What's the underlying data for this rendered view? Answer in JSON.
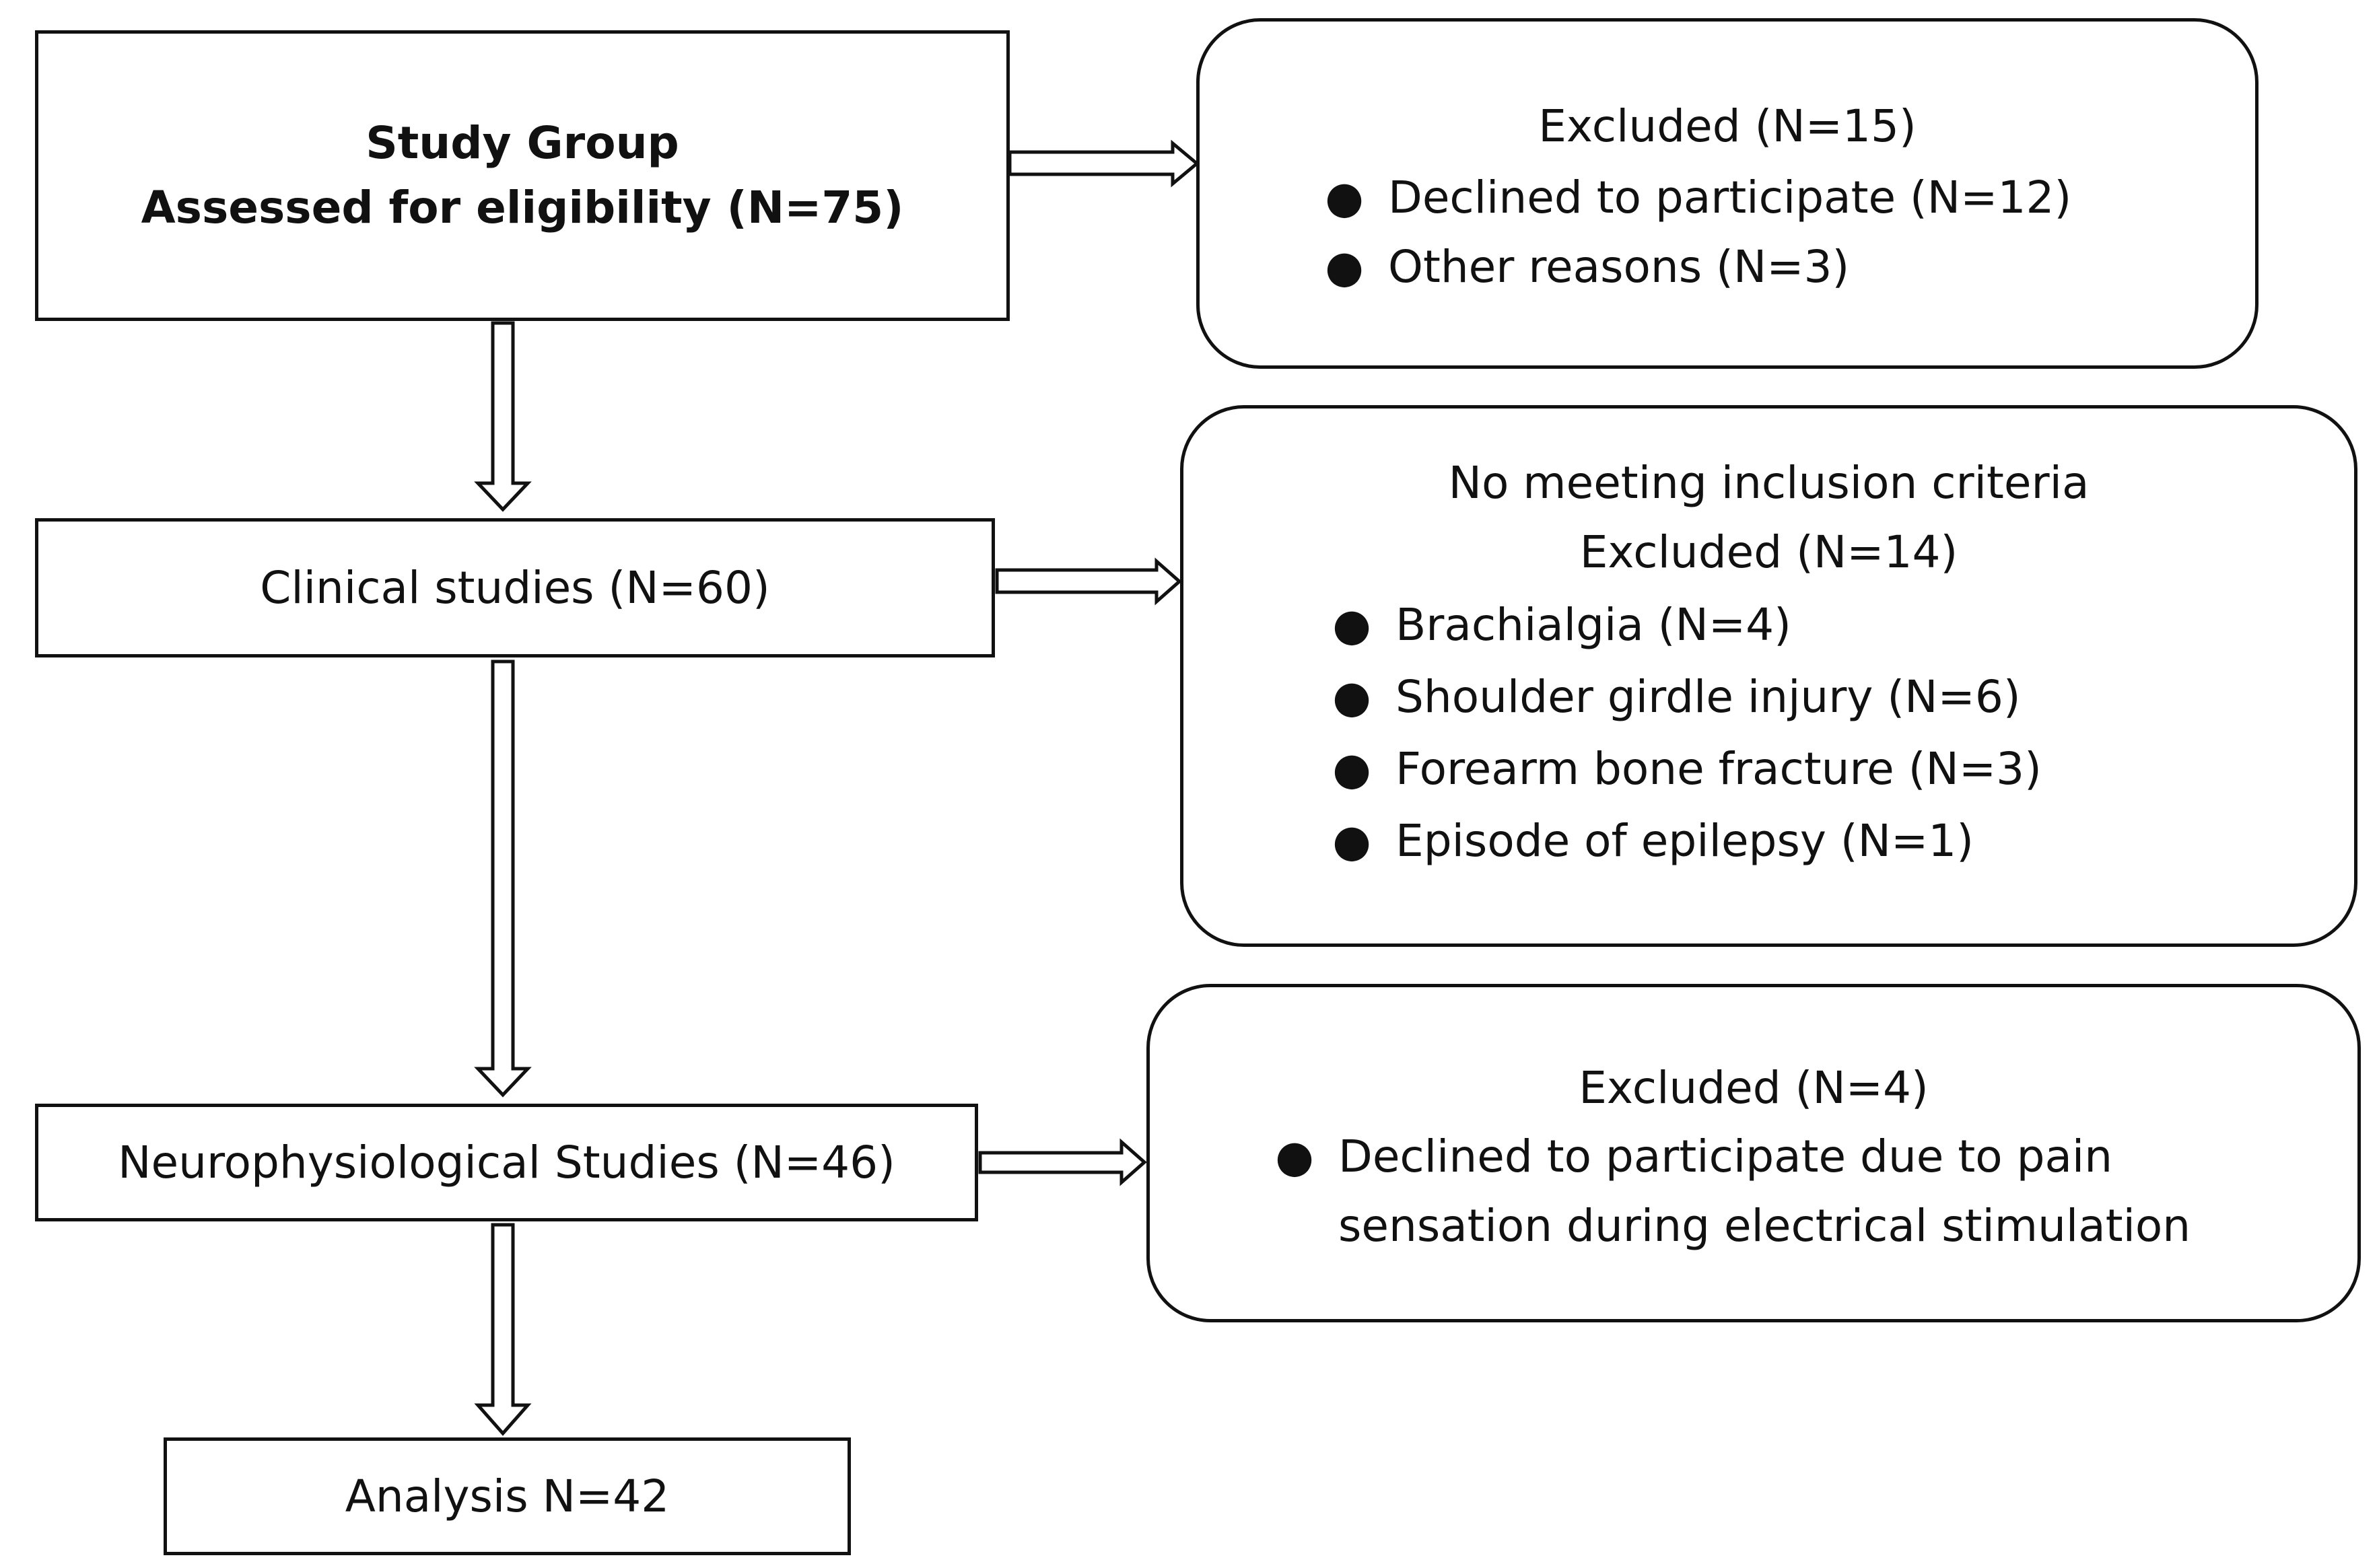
{
  "study_group": {
    "title": "Study Group",
    "subtitle": "Assessed for eligibility (N=75)"
  },
  "excluded_1": {
    "heading": "Excluded (N=15)",
    "items": [
      "Declined to participate (N=12)",
      "Other reasons (N=3)"
    ]
  },
  "clinical": {
    "label": "Clinical studies (N=60)"
  },
  "excluded_2": {
    "heading_line1": "No meeting inclusion criteria",
    "heading_line2": "Excluded (N=14)",
    "items": [
      "Brachialgia (N=4)",
      "Shoulder girdle injury (N=6)",
      "Forearm bone fracture (N=3)",
      "Episode of epilepsy (N=1)"
    ]
  },
  "neuro": {
    "label": "Neurophysiological Studies (N=46)"
  },
  "excluded_3": {
    "heading": "Excluded (N=4)",
    "items": [
      "Declined to participate due to pain sensation during electrical stimulation"
    ]
  },
  "analysis": {
    "label": "Analysis N=42"
  },
  "colors": {
    "stroke": "#111111",
    "background": "#ffffff"
  }
}
